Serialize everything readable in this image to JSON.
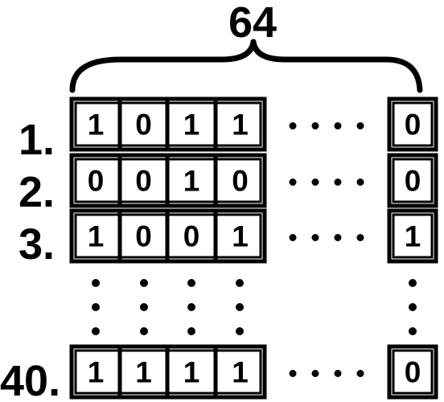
{
  "bit_count_label": "64",
  "rows": [
    {
      "label": "1.",
      "bits": [
        "1",
        "0",
        "1",
        "1"
      ],
      "last_bit": "0"
    },
    {
      "label": "2.",
      "bits": [
        "0",
        "0",
        "1",
        "0"
      ],
      "last_bit": "0"
    },
    {
      "label": "3.",
      "bits": [
        "1",
        "0",
        "0",
        "1"
      ],
      "last_bit": "1"
    },
    {
      "label": "40.",
      "bits": [
        "1",
        "1",
        "1",
        "1"
      ],
      "last_bit": "0"
    }
  ],
  "colors": {
    "ink": "#000000",
    "background": "#ffffff"
  }
}
